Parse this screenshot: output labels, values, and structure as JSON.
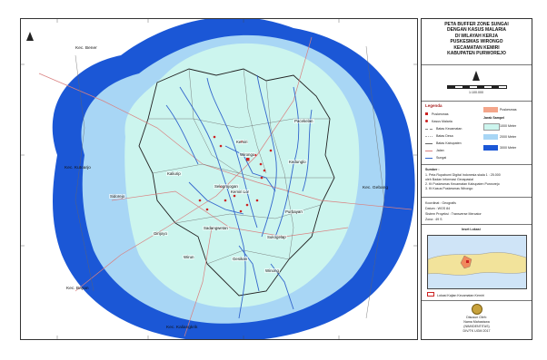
{
  "map": {
    "title_lines": [
      "PETA BUFFER ZONE SUNGAI",
      "DENGAN KASUS MALARIA",
      "DI WILAYAH KERJA",
      "PUSKESMAS WIRONGO",
      "KECAMATAN KEMIRI",
      "KABUPATEN PURWOREJO"
    ],
    "scale_text": "1:100.000",
    "legend_heading": "Legenda",
    "legend_left": [
      {
        "label": "Puskesmas",
        "icon": "puskesmas-icon",
        "color": "#cc2222"
      },
      {
        "label": "Kasus Malaria",
        "icon": "malaria-case-icon",
        "color": "#cc2222"
      },
      {
        "label": "Batas Kecamatan",
        "icon": "line-icon",
        "color": "#888888"
      },
      {
        "label": "Batas Desa",
        "icon": "line-icon",
        "color": "#aaaaaa"
      },
      {
        "label": "Batas Kabupaten",
        "icon": "line-icon",
        "color": "#666666"
      },
      {
        "label": "Jalan",
        "icon": "line-icon",
        "color": "#d98080"
      },
      {
        "label": "Sungai",
        "icon": "river-icon",
        "color": "#3366cc"
      }
    ],
    "legend_right_top": {
      "label": "Puskesmas",
      "color": "#f4a58a"
    },
    "legend_right_heading": "Jarak Sampel",
    "legend_right": [
      {
        "label": "1000 Meter",
        "color": "#ccf5ee"
      },
      {
        "label": "2000 Meter",
        "color": "#a8d6f5"
      },
      {
        "label": "3000 Meter",
        "color": "#1b57d6"
      }
    ],
    "sources_heading": "Sumber :",
    "sources": [
      "1. Peta Rupabumi Digital Indonesia skala 1 : 25.000",
      "   oleh Badan Informasi Geospasial",
      "2. Kt Puskesmas Kecamatan Kabupaten Purworejo",
      "3. Kt Kasus Puskesmas Wirongo"
    ],
    "projection_lines": [
      "Koordinat        : Geografis",
      "Datum             : WGS 84",
      "Sistem Proyeksi  : Transverse Mercator",
      "Zona               : 49 S"
    ],
    "inset_heading": "Inset Lokasi",
    "inset_caption": "Lokasi Kajian Kecamatan Kemiri",
    "author_lines": [
      "Disusun Oleh:",
      "Nama Mahasiswa",
      "(NIM/IDENTITAS)",
      "DIV/TK UGM 2017"
    ],
    "places": [
      {
        "name": "Kec. Bener",
        "key": "bener"
      },
      {
        "name": "Kec. Kutoarjo",
        "key": "kutoarjo"
      },
      {
        "name": "Kec. Gebang",
        "key": "gebang"
      },
      {
        "name": "Kec. Kaliangkrik",
        "key": "kaliangkrik"
      },
      {
        "name": "Kec. Bayan",
        "key": "bayan"
      }
    ],
    "villages": [
      {
        "name": "Kemiri",
        "key": "v1"
      },
      {
        "name": "Wirongo",
        "key": "v2"
      },
      {
        "name": "Kaliurip",
        "key": "v3"
      },
      {
        "name": "Kedunglo",
        "key": "v4"
      },
      {
        "name": "Sidorejo",
        "key": "v5"
      },
      {
        "name": "Girijoyo",
        "key": "v6"
      },
      {
        "name": "Sukogelap",
        "key": "v7"
      },
      {
        "name": "Winong",
        "key": "v8"
      },
      {
        "name": "Sadangwetan",
        "key": "v9"
      },
      {
        "name": "Gesikan",
        "key": "v10"
      },
      {
        "name": "Kemiri Lor",
        "key": "v11"
      },
      {
        "name": "Purbayan",
        "key": "v12"
      },
      {
        "name": "Selogrojogan",
        "key": "v13"
      },
      {
        "name": "Pacekelan",
        "key": "v14"
      },
      {
        "name": "Wirun",
        "key": "v15"
      }
    ],
    "colors": {
      "buffer3": "#1b57d6",
      "buffer2": "#a8d6f5",
      "buffer1": "#ccf5ee",
      "river": "#3366cc",
      "case": "#cc2222"
    }
  }
}
